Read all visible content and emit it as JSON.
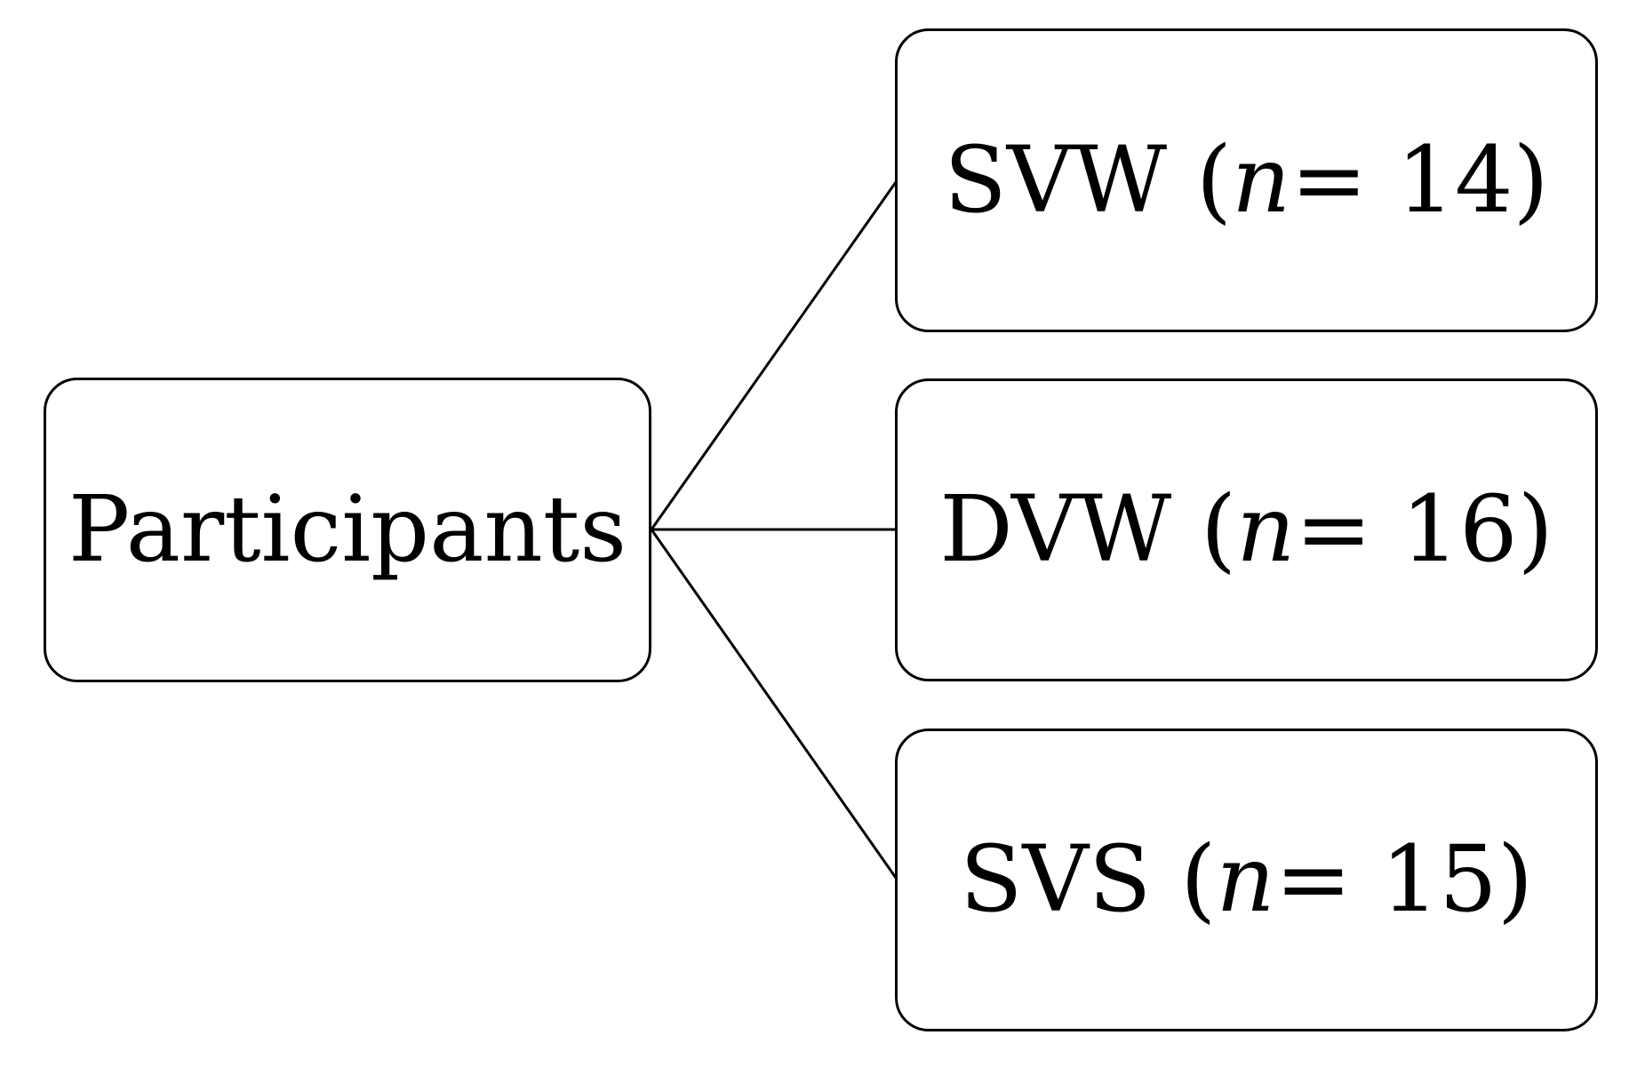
{
  "diagram": {
    "root": {
      "label": "Participants"
    },
    "branches": [
      {
        "code": "SVW",
        "n": 14,
        "prefix": "SVW (",
        "variable": "n",
        "suffix": "= 14)"
      },
      {
        "code": "DVW",
        "n": 16,
        "prefix": "DVW (",
        "variable": "n",
        "suffix": "= 16)"
      },
      {
        "code": "SVS",
        "n": 15,
        "prefix": "SVS (",
        "variable": "n",
        "suffix": "= 15)"
      }
    ],
    "colors": {
      "line": "#000000",
      "box_border": "#000000",
      "box_fill": "#ffffff",
      "text": "#000000",
      "background": "#ffffff"
    }
  }
}
